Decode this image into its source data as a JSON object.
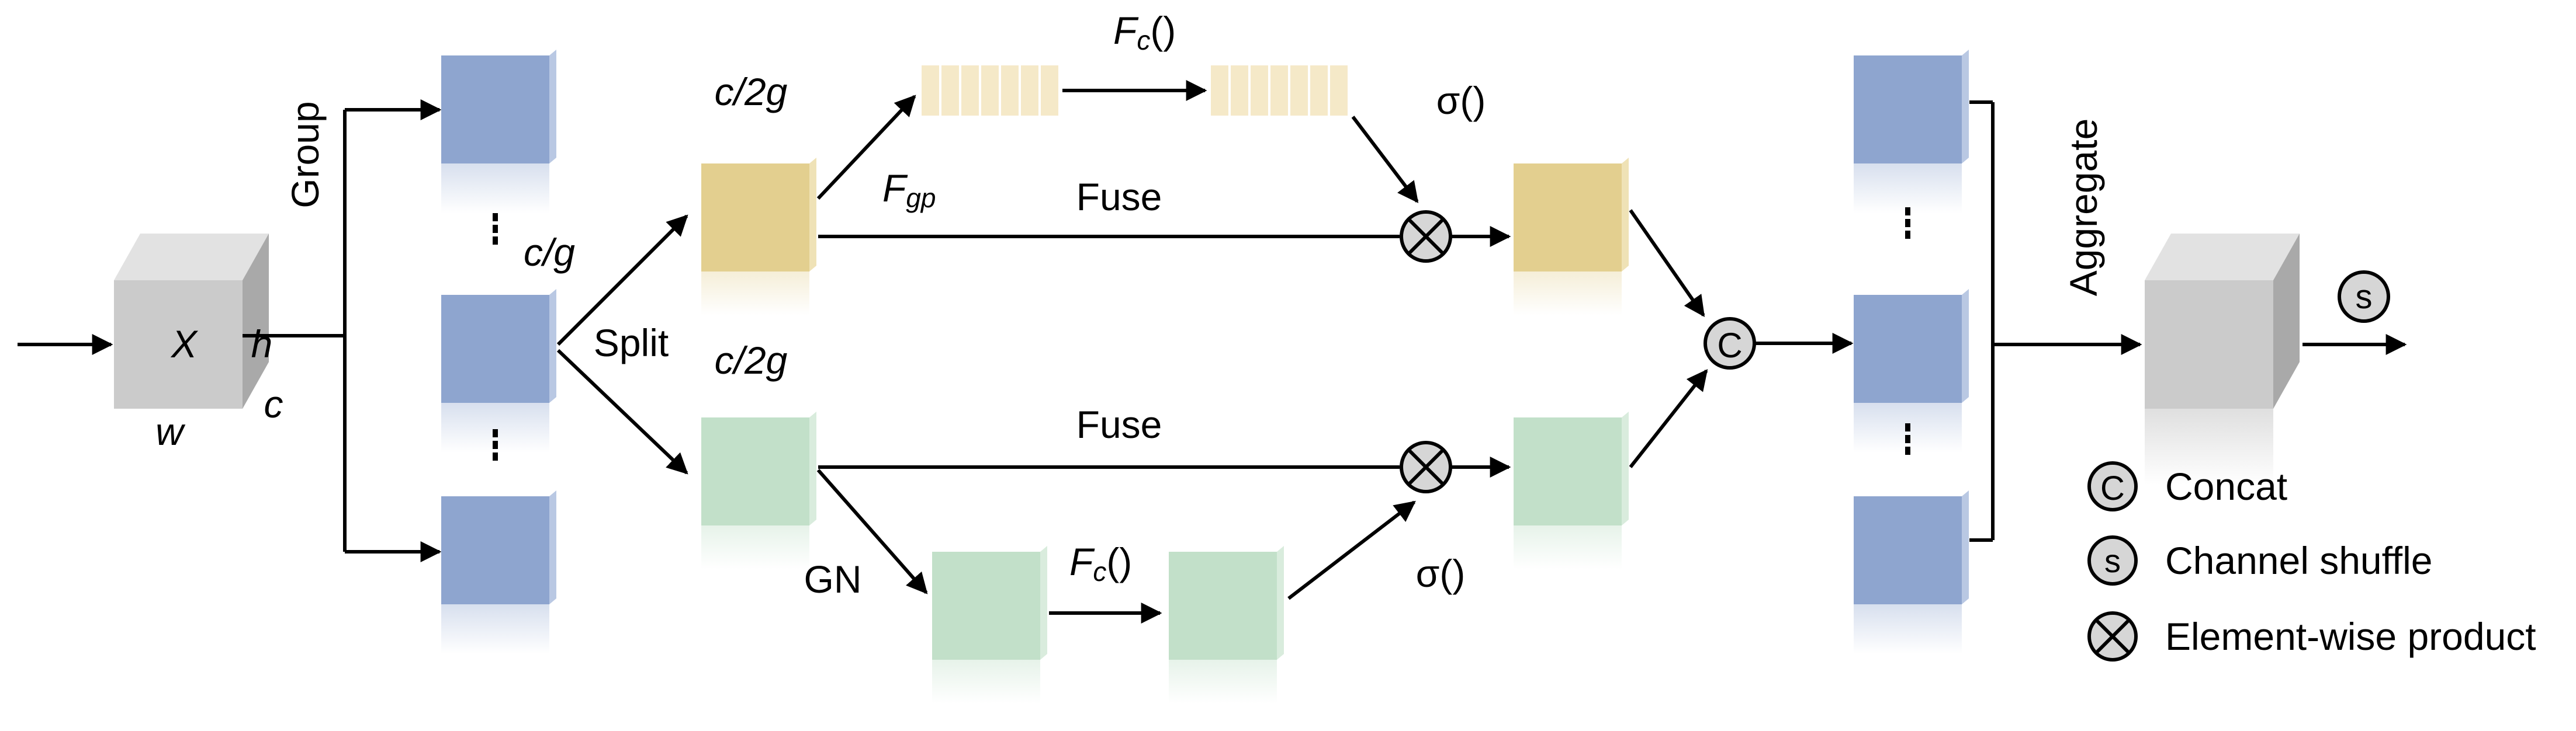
{
  "input": {
    "symbol": "X",
    "height_label": "h",
    "width_label": "w",
    "channel_label": "c"
  },
  "group_label": "Group",
  "group_channels": "c/g",
  "split_label": "Split",
  "top_branch": {
    "channels": "c/2g",
    "fc_label_main": "F",
    "fc_label_sub": "c",
    "fc_label_tail": "()",
    "fgp_main": "F",
    "fgp_sub": "gp",
    "fuse_label": "Fuse",
    "sigma_label": "σ()"
  },
  "bottom_branch": {
    "channels": "c/2g",
    "gn_label": "GN",
    "fc_label_main": "F",
    "fc_label_sub": "c",
    "fc_label_tail": "()",
    "fuse_label": "Fuse",
    "sigma_label": "σ()"
  },
  "concat_symbol": "C",
  "aggregate_label": "Aggregate",
  "shuffle_symbol": "s",
  "legend": {
    "concat_symbol": "C",
    "concat_label": "Concat",
    "shuffle_symbol": "s",
    "shuffle_label": "Channel shuffle",
    "product_label": "Element-wise product"
  },
  "colors": {
    "blue": "#8ea5cf",
    "yellow": "#e3cf8f",
    "green": "#c2e0c9",
    "gray": "#c9c9c9",
    "cream": "#f5e9c8"
  }
}
